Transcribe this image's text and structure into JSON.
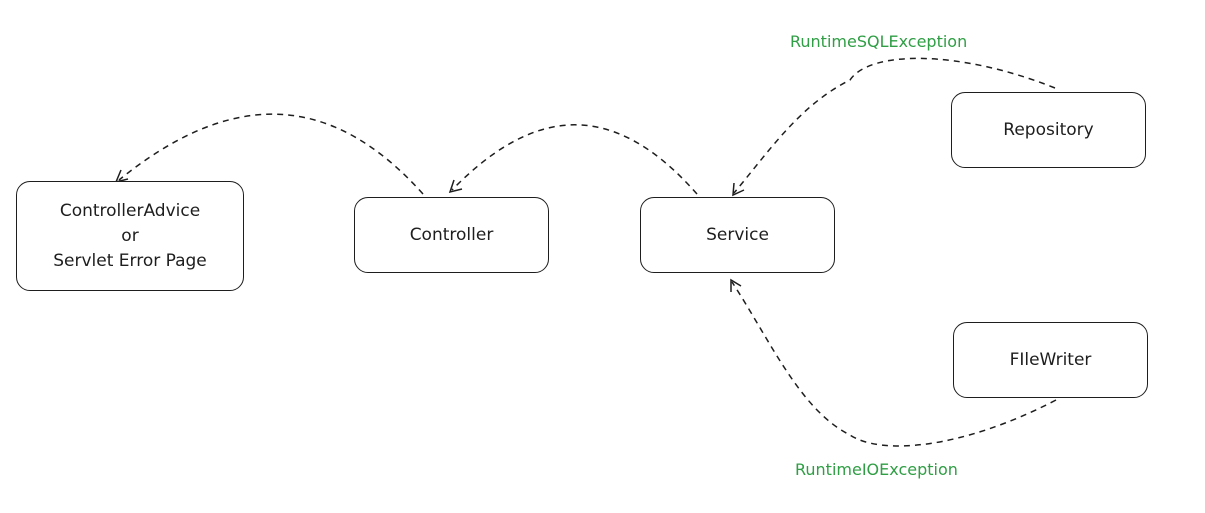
{
  "nodes": {
    "controller_advice": {
      "lines": [
        "ControllerAdvice",
        "or",
        "Servlet Error Page"
      ]
    },
    "controller": {
      "label": "Controller"
    },
    "service": {
      "label": "Service"
    },
    "repository": {
      "label": "Repository"
    },
    "filewriter": {
      "label": "FIleWriter"
    }
  },
  "edges": {
    "repository_to_service": {
      "label": "RuntimeSQLException"
    },
    "filewriter_to_service": {
      "label": "RuntimeIOException"
    },
    "service_to_controller": {
      "label": ""
    },
    "controller_to_advice": {
      "label": ""
    }
  },
  "colors": {
    "stroke": "#1e1e1e",
    "label": "#2f9e44",
    "background": "#ffffff"
  }
}
